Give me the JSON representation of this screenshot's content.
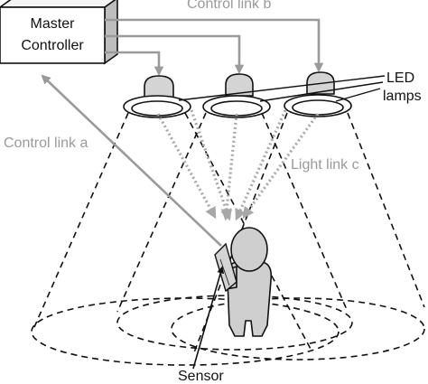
{
  "controller": {
    "line1": "Master",
    "line2": "Controller"
  },
  "labels": {
    "control_link_b": "Control link b",
    "control_link_a": "Control link a",
    "light_link_c": "Light link c",
    "led_line1": "LED",
    "led_line2": "lamps",
    "sensor": "Sensor"
  },
  "colors": {
    "control_link": "#9a9a9a",
    "light_link": "#a8a8a8",
    "person_fill": "#cfcfcf",
    "lamp_fill": "#d4d4d4",
    "outline": "#111111"
  }
}
